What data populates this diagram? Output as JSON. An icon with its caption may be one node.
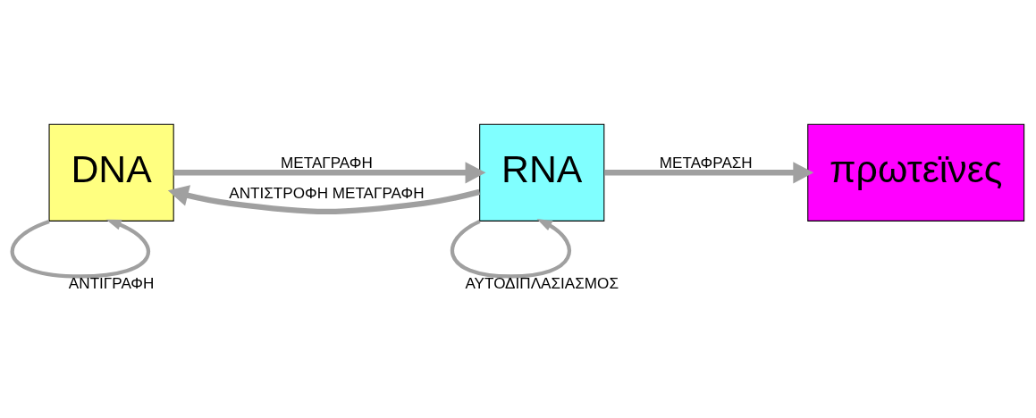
{
  "diagram": {
    "nodes": [
      {
        "text": [
          "DNA"
        ]
      },
      {
        "text": [
          "RNA"
        ]
      },
      {
        "text": [
          "πρωτεϊνες"
        ]
      }
    ],
    "edges": [
      {
        "from": 0,
        "to": 1,
        "arrow": "to",
        "label": "ΜΕΤΑΓΡΑΦΗ"
      },
      {
        "from": 1,
        "to": 0,
        "arrow": "to",
        "label": "ΑΝΤΙΣΤΡΟΦΗ ΜΕΤΑΓΡΑΦΗ"
      },
      {
        "from": 1,
        "to": 2,
        "arrow": "to",
        "label": "ΜΕΤΑΦΡΑΣΗ"
      },
      {
        "from": 0,
        "to": 0,
        "arrow": "to",
        "label": "ΑΝΤΙΓΡΑΦΗ"
      },
      {
        "from": 1,
        "to": 1,
        "arrow": "to",
        "label": "ΑΥΤΟΔΙΠΛΑΣΙΑΣΜΟΣ"
      }
    ]
  }
}
